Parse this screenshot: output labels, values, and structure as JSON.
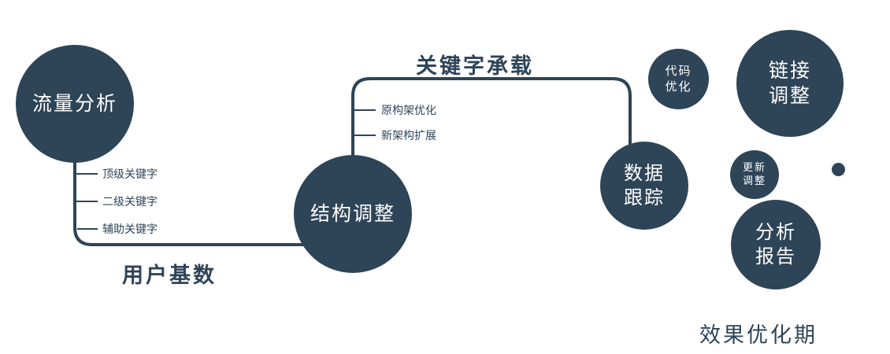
{
  "diagram": {
    "colors": {
      "primary": "#2e4457",
      "node_text": "#ffffff",
      "background": "#ffffff"
    },
    "nodes": {
      "traffic": {
        "label": "流量分析"
      },
      "structure": {
        "label": "结构调整"
      },
      "data_tracking": {
        "label": "数据\n跟踪"
      },
      "code_opt": {
        "label": "代码\n优化"
      },
      "link_adjust": {
        "label": "链接\n调整"
      },
      "update_adjust": {
        "label": "更新\n调整"
      },
      "analysis_report": {
        "label": "分析\n报告"
      }
    },
    "left_ticks": [
      "顶级关键字",
      "二级关键字",
      "辅助关键字"
    ],
    "mid_ticks": [
      "原构架优化",
      "新架构扩展"
    ],
    "edge_labels": {
      "user_base": "用户基数",
      "keyword_carry": "关键字承载"
    },
    "footer": "效果优化期"
  }
}
